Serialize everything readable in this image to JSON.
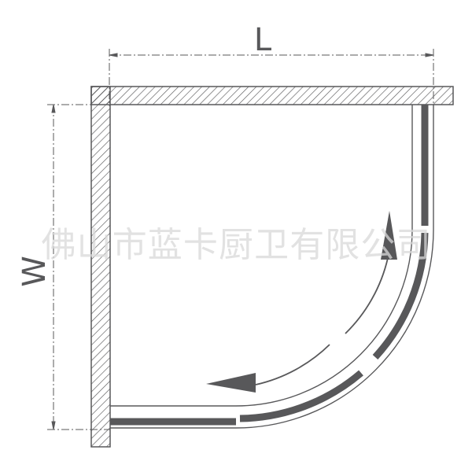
{
  "dimensions": {
    "length_label": "L",
    "width_label": "W"
  },
  "watermark": "佛山市蓝卡厨卫有限公司",
  "colors": {
    "line": "#58585a",
    "watermark": "#d9d9d9"
  }
}
